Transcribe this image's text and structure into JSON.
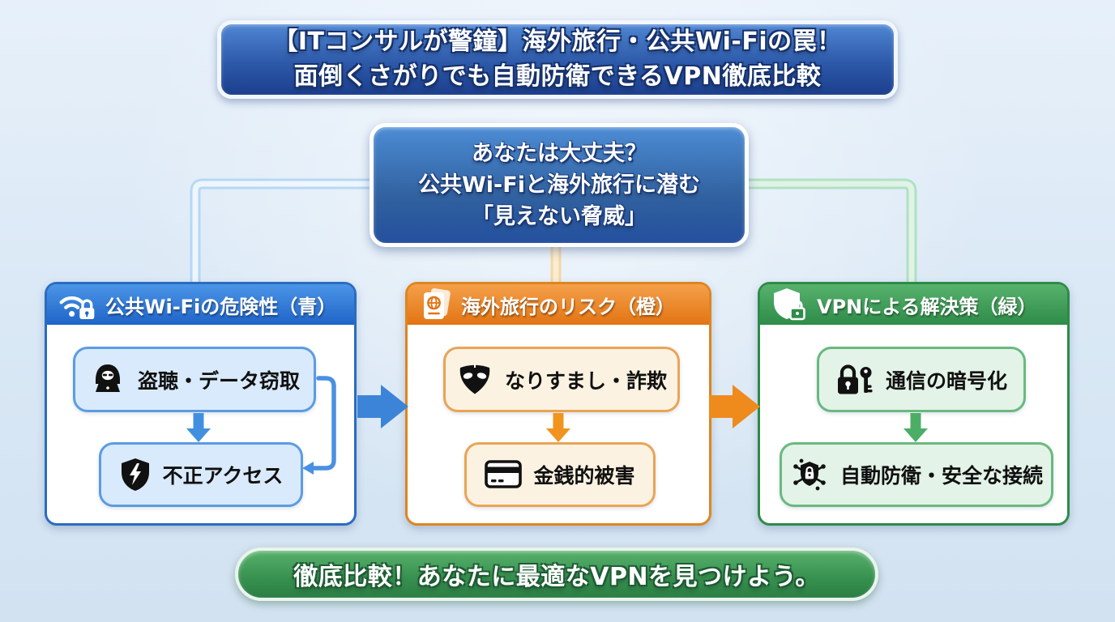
{
  "title_banner": {
    "line1": "【ITコンサルが警鐘】海外旅行・公共Wi-Fiの罠！",
    "line2": "面倒くさがりでも自動防衛できるVPN徹底比較"
  },
  "intro_box": {
    "line1": "あなたは大丈夫？",
    "line2": "公共Wi-Fiと海外旅行に潜む",
    "line3": "「見えない脅威」"
  },
  "columns": [
    {
      "id": "public-wifi-danger",
      "accent": "#2a6cc0",
      "header": {
        "icon": "wifi-lock-icon",
        "label": "公共Wi-Fiの危険性（青）"
      },
      "items": [
        {
          "icon": "hacker-icon",
          "label": "盗聴・データ窃取"
        },
        {
          "icon": "shield-bolt-icon",
          "label": "不正アクセス"
        }
      ]
    },
    {
      "id": "overseas-travel-risk",
      "accent": "#df851e",
      "header": {
        "icon": "passport-icon",
        "label": "海外旅行のリスク（橙）"
      },
      "items": [
        {
          "icon": "mask-icon",
          "label": "なりすまし・詐欺"
        },
        {
          "icon": "credit-card-icon",
          "label": "金銭的被害"
        }
      ]
    },
    {
      "id": "vpn-solution",
      "accent": "#2e8b47",
      "header": {
        "icon": "shield-lock-icon",
        "label": "VPNによる解決策（緑）"
      },
      "items": [
        {
          "icon": "lock-key-icon",
          "label": "通信の暗号化"
        },
        {
          "icon": "network-shield-icon",
          "label": "自動防衛・安全な接続"
        }
      ]
    }
  ],
  "footer_banner": {
    "text": "徹底比較！あなたに最適なVPNを見つけよう。"
  },
  "connections": [
    {
      "from": "intro-box",
      "to": "public-wifi-danger",
      "style": "elbow-line",
      "color": "#e9f4fc"
    },
    {
      "from": "intro-box",
      "to": "overseas-travel-risk",
      "style": "straight-line",
      "color": "#f9ead0"
    },
    {
      "from": "intro-box",
      "to": "vpn-solution",
      "style": "elbow-line",
      "color": "#dff3e5"
    },
    {
      "from": "public-wifi-danger",
      "to": "overseas-travel-risk",
      "style": "big-right-arrow",
      "color": "#3c84d8"
    },
    {
      "from": "overseas-travel-risk",
      "to": "vpn-solution",
      "style": "big-right-arrow",
      "color": "#ef8a1d"
    },
    {
      "from": "盗聴・データ窃取",
      "to": "不正アクセス",
      "style": "down-arrow-and-loop",
      "color": "#4190e0"
    },
    {
      "from": "なりすまし・詐欺",
      "to": "金銭的被害",
      "style": "down-arrow",
      "color": "#f0941f"
    },
    {
      "from": "通信の暗号化",
      "to": "自動防衛・安全な接続",
      "style": "down-arrow",
      "color": "#4cae66"
    }
  ],
  "colors": {
    "background": "#dbe9f6",
    "blue_banner_top": "#4f86d2",
    "blue_banner_bottom": "#1c3f8e",
    "blue_accent": "#2a6cc0",
    "blue_item_bg": "#d9eafc",
    "orange_accent": "#df851e",
    "orange_item_bg": "#fcf2e2",
    "green_accent": "#2e8b47",
    "green_item_bg": "#e3f3e7",
    "footer_top": "#57b06b",
    "footer_bottom": "#2b7e44"
  }
}
